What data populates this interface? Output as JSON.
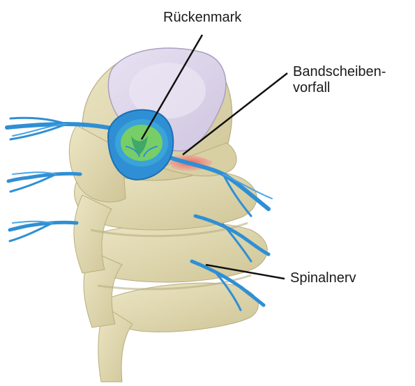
{
  "labels": {
    "spinal_cord": "Rückenmark",
    "herniation_line1": "Bandscheiben-",
    "herniation_line2": "vorfall",
    "spinal_nerve": "Spinalnerv"
  },
  "colors": {
    "bone": "#e4ddb4",
    "bone_shadow": "#c9c08f",
    "disc": "#ddd5ea",
    "nerve": "#2f8fd4",
    "nerve_dark": "#1c6fb3",
    "cord": "#7fd35a",
    "herniation": "#e0504a",
    "leader_line": "#111111"
  }
}
